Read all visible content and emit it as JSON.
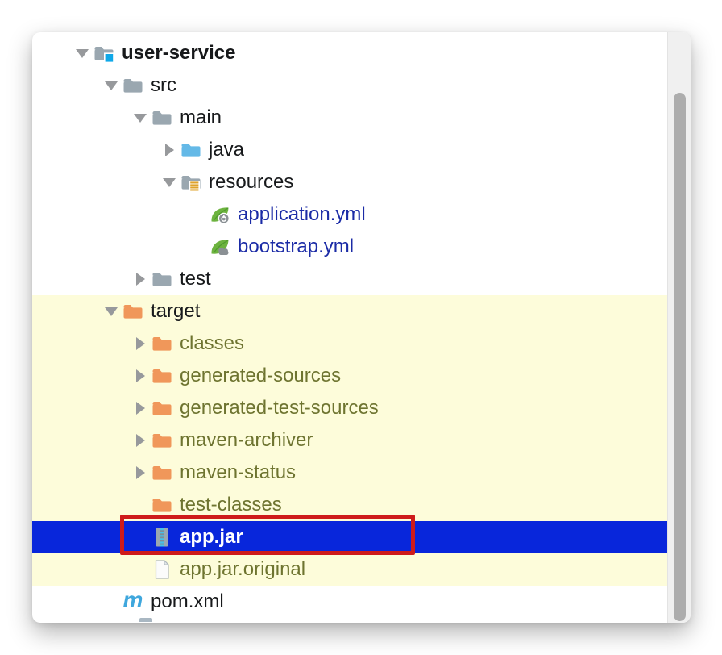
{
  "panel": {
    "kind": "project-file-tree"
  },
  "tree": {
    "items": [
      {
        "label": "user-service",
        "level": 0,
        "icon": "module-folder-icon",
        "arrow": "expanded",
        "text_style": "root",
        "band": "none",
        "selected": false
      },
      {
        "label": "src",
        "level": 1,
        "icon": "folder-icon",
        "arrow": "expanded",
        "text_style": "normal",
        "band": "none",
        "selected": false
      },
      {
        "label": "main",
        "level": 2,
        "icon": "folder-icon",
        "arrow": "expanded",
        "text_style": "normal",
        "band": "none",
        "selected": false
      },
      {
        "label": "java",
        "level": 3,
        "icon": "java-source-folder-icon",
        "arrow": "collapsed",
        "text_style": "normal",
        "band": "none",
        "selected": false
      },
      {
        "label": "resources",
        "level": 3,
        "icon": "resources-folder-icon",
        "arrow": "expanded",
        "text_style": "normal",
        "band": "none",
        "selected": false
      },
      {
        "label": "application.yml",
        "level": 4,
        "icon": "spring-config-file-icon",
        "arrow": "none",
        "text_style": "config",
        "band": "none",
        "selected": false
      },
      {
        "label": "bootstrap.yml",
        "level": 4,
        "icon": "spring-cloud-config-file-icon",
        "arrow": "none",
        "text_style": "config",
        "band": "none",
        "selected": false
      },
      {
        "label": "test",
        "level": 2,
        "icon": "folder-icon",
        "arrow": "collapsed",
        "text_style": "normal",
        "band": "none",
        "selected": false
      },
      {
        "label": "target",
        "level": 1,
        "icon": "excluded-folder-icon",
        "arrow": "expanded",
        "text_style": "normal",
        "band": "excluded",
        "selected": false
      },
      {
        "label": "classes",
        "level": 2,
        "icon": "excluded-folder-icon",
        "arrow": "collapsed",
        "text_style": "excluded",
        "band": "excluded",
        "selected": false
      },
      {
        "label": "generated-sources",
        "level": 2,
        "icon": "excluded-folder-icon",
        "arrow": "collapsed",
        "text_style": "excluded",
        "band": "excluded",
        "selected": false
      },
      {
        "label": "generated-test-sources",
        "level": 2,
        "icon": "excluded-folder-icon",
        "arrow": "collapsed",
        "text_style": "excluded",
        "band": "excluded",
        "selected": false
      },
      {
        "label": "maven-archiver",
        "level": 2,
        "icon": "excluded-folder-icon",
        "arrow": "collapsed",
        "text_style": "excluded",
        "band": "excluded",
        "selected": false
      },
      {
        "label": "maven-status",
        "level": 2,
        "icon": "excluded-folder-icon",
        "arrow": "collapsed",
        "text_style": "excluded",
        "band": "excluded",
        "selected": false
      },
      {
        "label": "test-classes",
        "level": 2,
        "icon": "excluded-folder-icon",
        "arrow": "none",
        "text_style": "excluded",
        "band": "excluded",
        "selected": false
      },
      {
        "label": "app.jar",
        "level": 2,
        "icon": "jar-archive-icon",
        "arrow": "none",
        "text_style": "selected",
        "band": "selected",
        "selected": true
      },
      {
        "label": "app.jar.original",
        "level": 2,
        "icon": "file-icon",
        "arrow": "none",
        "text_style": "excluded",
        "band": "excluded",
        "selected": false
      },
      {
        "label": "pom.xml",
        "level": 1,
        "icon": "maven-icon",
        "arrow": "none",
        "text_style": "normal",
        "band": "none",
        "selected": false
      }
    ]
  },
  "icons": {
    "maven_glyph": "m"
  },
  "annotation": {
    "shape": "red-rectangle",
    "target_item": "app.jar"
  },
  "scrollbar": {
    "orientation": "vertical"
  },
  "colors": {
    "selection_blue": "#0826DB",
    "selection_text": "#FFFFFF",
    "excluded_row_bg": "#FDFCDA",
    "excluded_text": "#6E7430",
    "config_text": "#1B2BA6",
    "normal_text": "#17191B",
    "annotation_red": "#CE1B1B",
    "folder_gray": "#9AA7B0",
    "folder_orange": "#F0975A",
    "folder_java_blue": "#64B9E7",
    "module_badge_cyan": "#0FA8E8",
    "resources_badge_gold": "#DFA32B",
    "spring_green": "#6DB33F",
    "badge_gray": "#8A9094",
    "maven_blue": "#3FA7DD",
    "jar_zipper_cyan": "#49C1E9",
    "arrow_gray": "#97999C",
    "scrollbar_thumb": "#ADADAD",
    "scrollbar_track": "#F0F0F0"
  }
}
